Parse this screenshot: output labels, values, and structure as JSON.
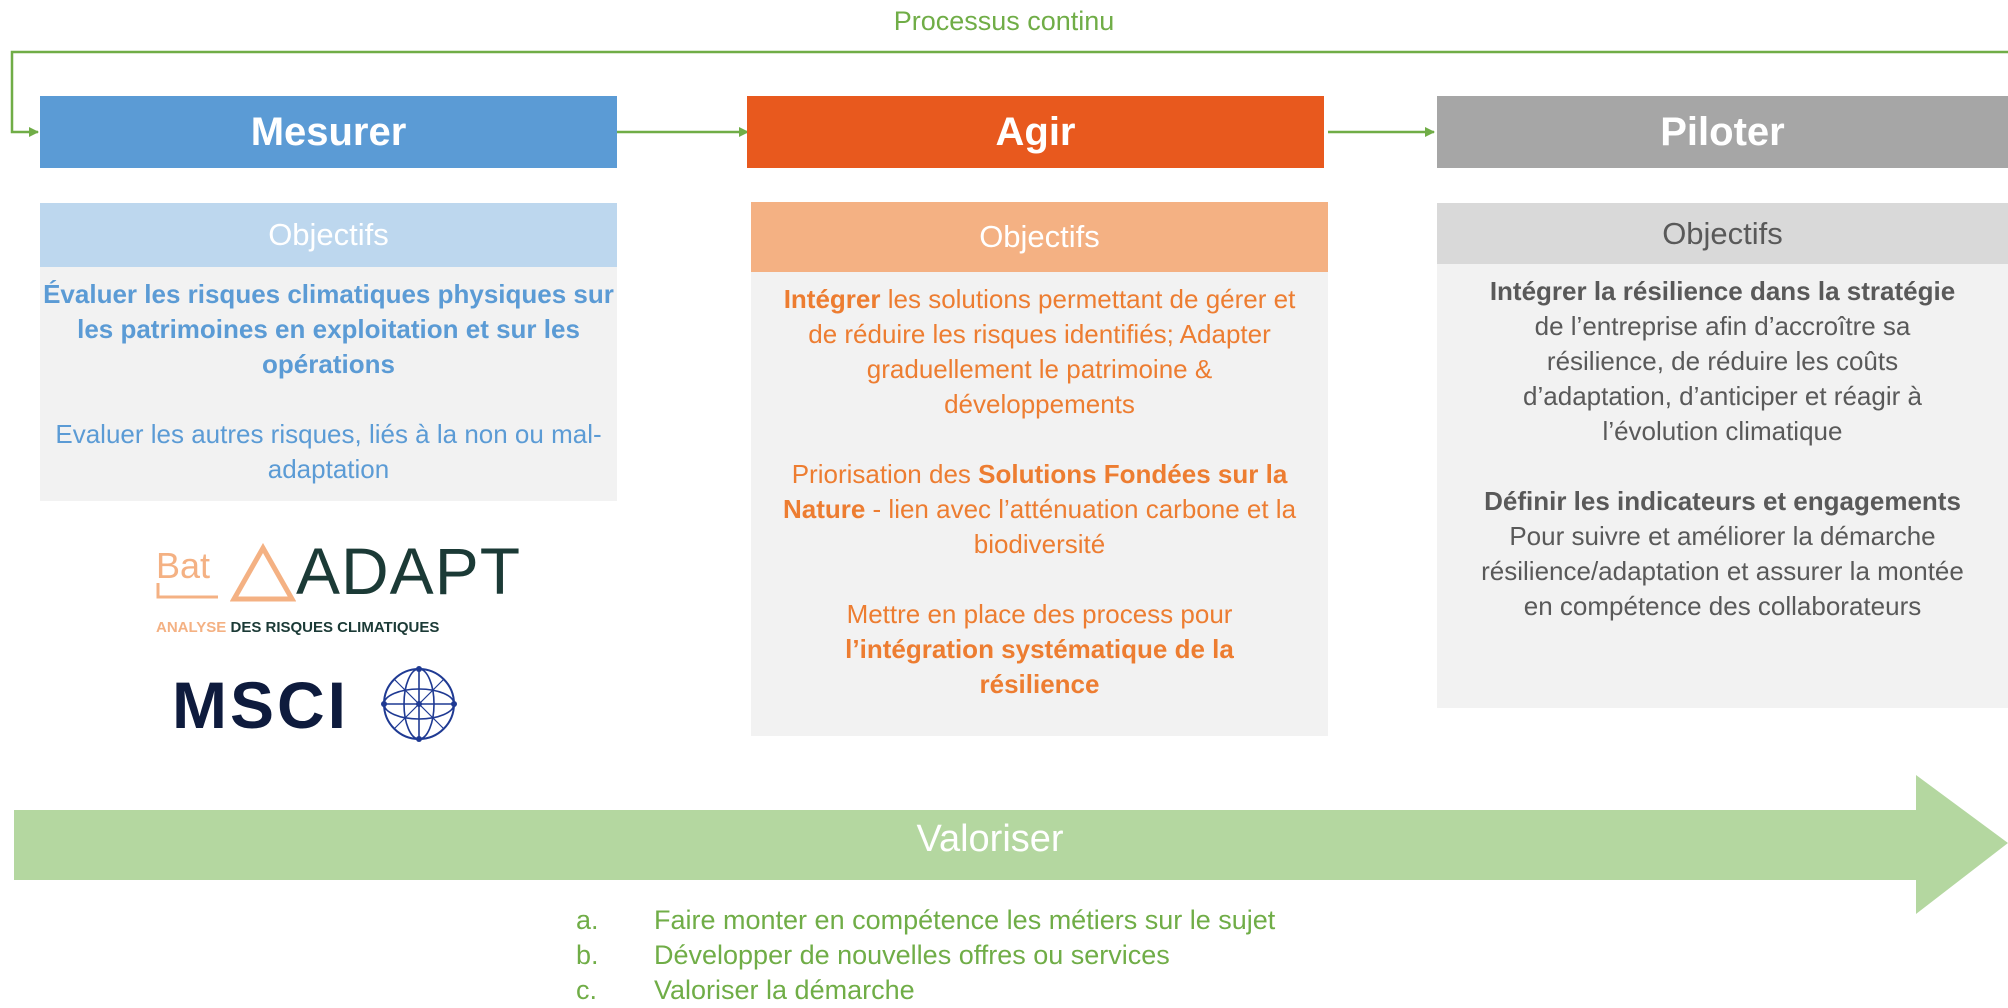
{
  "cycle": {
    "label": "Processus continu"
  },
  "colors": {
    "green": "#70AD47",
    "valoriser_bar": "#B4D7A0",
    "mesurer": "#5B9BD5",
    "mesurer_light": "#BDD7EE",
    "agir": "#E8591E",
    "agir_light": "#F4B183",
    "piloter": "#A6A6A6",
    "piloter_light": "#D9D9D9",
    "panel_bg": "#F2F2F2"
  },
  "stages": [
    {
      "title": "Mesurer",
      "objectives_label": "Objectifs",
      "objectives": [
        {
          "bold": "Évaluer les risques climatiques physiques sur les patrimoines en exploitation et sur les opérations"
        },
        {
          "text": "Evaluer les autres risques, liés à la non ou mal-adaptation"
        }
      ],
      "tools": [
        {
          "brand": "Bat",
          "wordmark": "ADAPT",
          "tagline_highlight": "ANALYSE",
          "tagline_rest": " DES RISQUES CLIMATIQUES",
          "icon": "triangle-logo"
        },
        {
          "wordmark": "MSCI",
          "icon": "globe-logo"
        }
      ]
    },
    {
      "title": "Agir",
      "objectives_label": "Objectifs",
      "objectives": [
        {
          "bold": "Intégrer",
          "text": " les solutions permettant de gérer et de réduire les risques identifiés; Adapter graduellement le patrimoine & développements"
        },
        {
          "text_before": "Priorisation des ",
          "bold": "Solutions Fondées sur la Nature",
          "text": "  - lien avec l’atténuation carbone et la biodiversité"
        },
        {
          "text_before": "Mettre en place des process pour ",
          "bold": "l’intégration systématique de la résilience"
        }
      ]
    },
    {
      "title": "Piloter",
      "objectives_label": "Objectifs",
      "objectives": [
        {
          "bold": "Intégrer la résilience dans la stratégie",
          "text": "de l’entreprise afin d’accroître sa résilience, de réduire les coûts d’adaptation, d’anticiper et réagir à l’évolution climatique"
        },
        {
          "bold": "Définir les indicateurs et engagements",
          "text": "Pour suivre et améliorer la démarche résilience/adaptation et assurer la montée en compétence des collaborateurs"
        }
      ]
    }
  ],
  "valoriser": {
    "title": "Valoriser",
    "items": [
      {
        "letter": "a.",
        "text": "Faire monter en compétence les métiers sur le sujet"
      },
      {
        "letter": "b.",
        "text": "Développer de nouvelles offres ou services"
      },
      {
        "letter": "c.",
        "text": "Valoriser la démarche"
      }
    ]
  }
}
